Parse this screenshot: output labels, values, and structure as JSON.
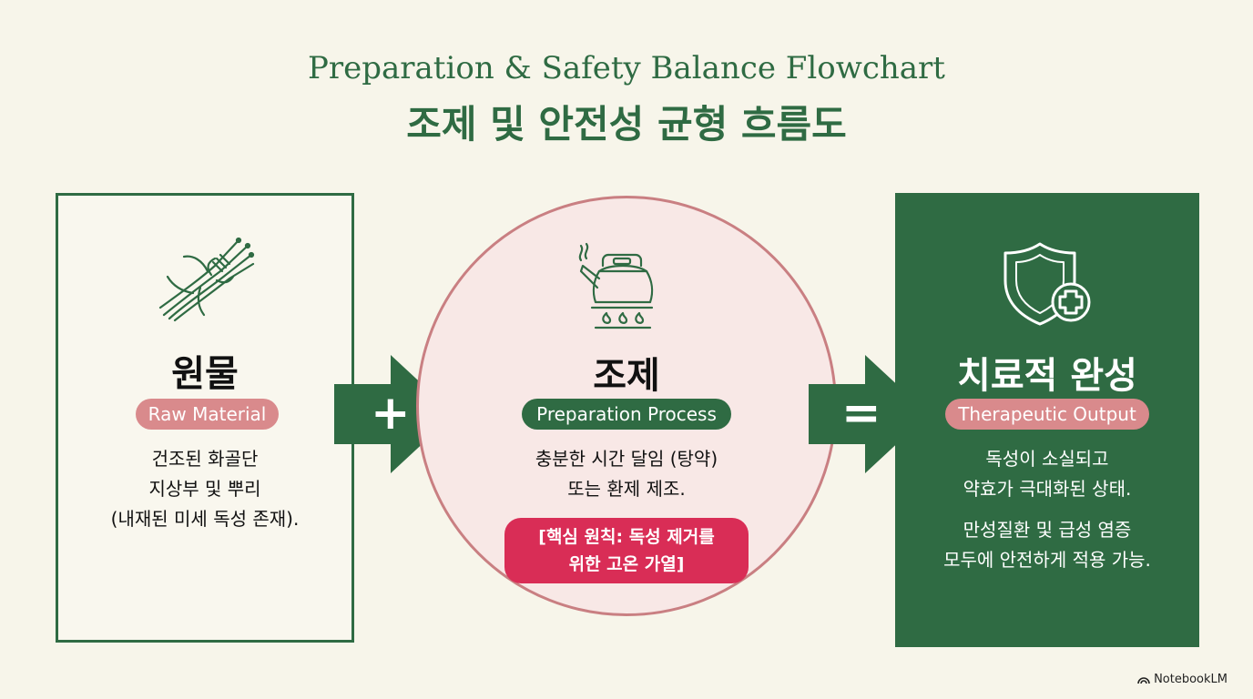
{
  "title": {
    "en": "Preparation & Safety Balance Flowchart",
    "ko": "조제 및 안전성 균형 흐름도"
  },
  "stages": [
    {
      "heading": "원물",
      "tag": "Raw Material",
      "desc": [
        "건조된 화골단",
        "지상부 및 뿌리",
        "(내재된 미세 독성 존재)."
      ],
      "icon": "herb-bundle-icon"
    },
    {
      "heading": "조제",
      "tag": "Preparation Process",
      "desc": [
        "충분한 시간 달임 (탕약)",
        "또는 환제 제조."
      ],
      "highlight": [
        "[핵심 원칙: 독성 제거를",
        "위한 고온 가열]"
      ],
      "icon": "kettle-on-stove-icon"
    },
    {
      "heading": "치료적 완성",
      "tag": "Therapeutic Output",
      "desc": [
        "독성이 소실되고",
        "약효가 극대화된 상태."
      ],
      "desc2": [
        "만성질환 및 급성 염증",
        "모두에 안전하게 적용 가능."
      ],
      "icon": "shield-plus-icon"
    }
  ],
  "operators": {
    "plus": "+",
    "equals": "="
  },
  "watermark": "NotebookLM",
  "colors": {
    "green": "#2f6b43",
    "rose_pill": "#d98a8c",
    "highlight": "#d92d56",
    "background": "#f7f5ea"
  }
}
